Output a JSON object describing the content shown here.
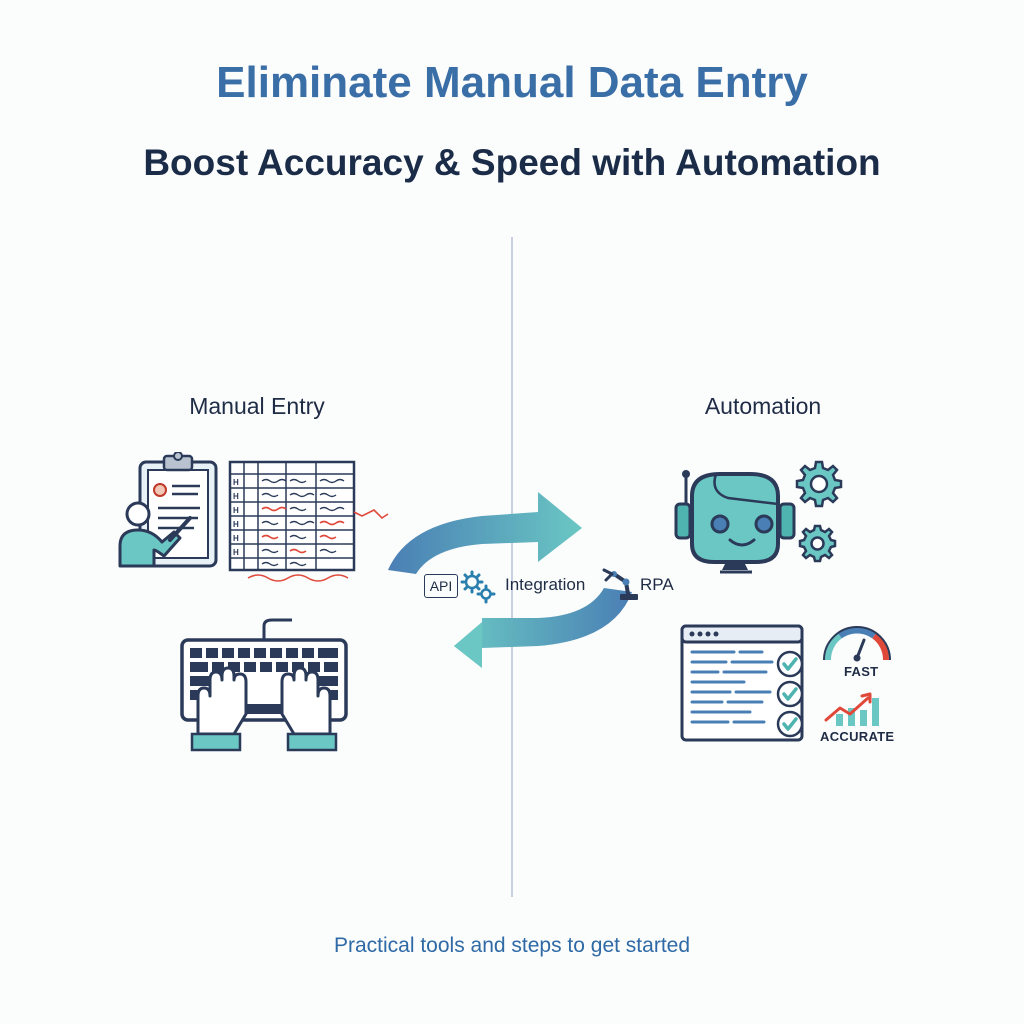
{
  "header": {
    "title": "Eliminate Manual Data Entry",
    "subtitle": "Boost Accuracy & Speed with Automation"
  },
  "left": {
    "label": "Manual Entry"
  },
  "right": {
    "label": "Automation",
    "badge_fast": "FAST",
    "badge_accurate": "ACCURATE"
  },
  "center": {
    "api_label": "API",
    "integration_label": "Integration",
    "rpa_label": "RPA"
  },
  "footer": {
    "text": "Practical tools and steps to get started"
  },
  "colors": {
    "title_blue": "#3a6ea7",
    "navy": "#1b2c48",
    "teal": "#4fb3b0",
    "teal_light": "#6ac7c3",
    "steel_blue": "#4a7fb5",
    "red_error": "#e0483a"
  },
  "icons": [
    "clipboard-person-icon",
    "spreadsheet-errors-icon",
    "keyboard-hands-icon",
    "robot-icon",
    "gear-icon",
    "code-checklist-window-icon",
    "speedometer-icon",
    "growth-chart-icon",
    "robot-arm-icon",
    "exchange-arrows-icon"
  ]
}
